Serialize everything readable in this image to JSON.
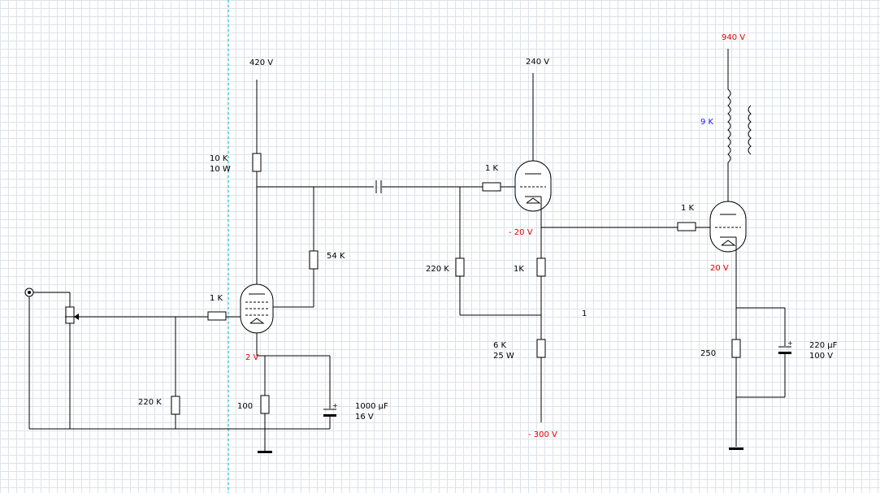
{
  "colors": {
    "voltage": "#e00000",
    "inductor": "#1a1aff",
    "wire": "#000000",
    "guide": "#00bcd4"
  },
  "labels": {
    "v_420": "420 V",
    "v_240": "240 V",
    "v_940": "940 V",
    "r_10k": "10 K",
    "r_10k_w": "10 W",
    "r_54k": "54 K",
    "r_1k_in": "1 K",
    "r_1k_mid": "1 K",
    "r_1k_out": "1 K",
    "r_1k_cath": "1K",
    "r_220k_mid": "220 K",
    "r_220k_in": "220 K",
    "r_100": "100",
    "r_6k": "6 K",
    "r_6k_w": "25 W",
    "r_250": "250",
    "v_2": "2 V",
    "v_n20": "- 20 V",
    "v_20": "20 V",
    "v_n300": "- 300 V",
    "c_1000": "1000 µF",
    "c_1000_v": "16 V",
    "c_220": "220 µF",
    "c_220_v": "100 V",
    "l_9k": "9 K",
    "node_1": "1"
  }
}
